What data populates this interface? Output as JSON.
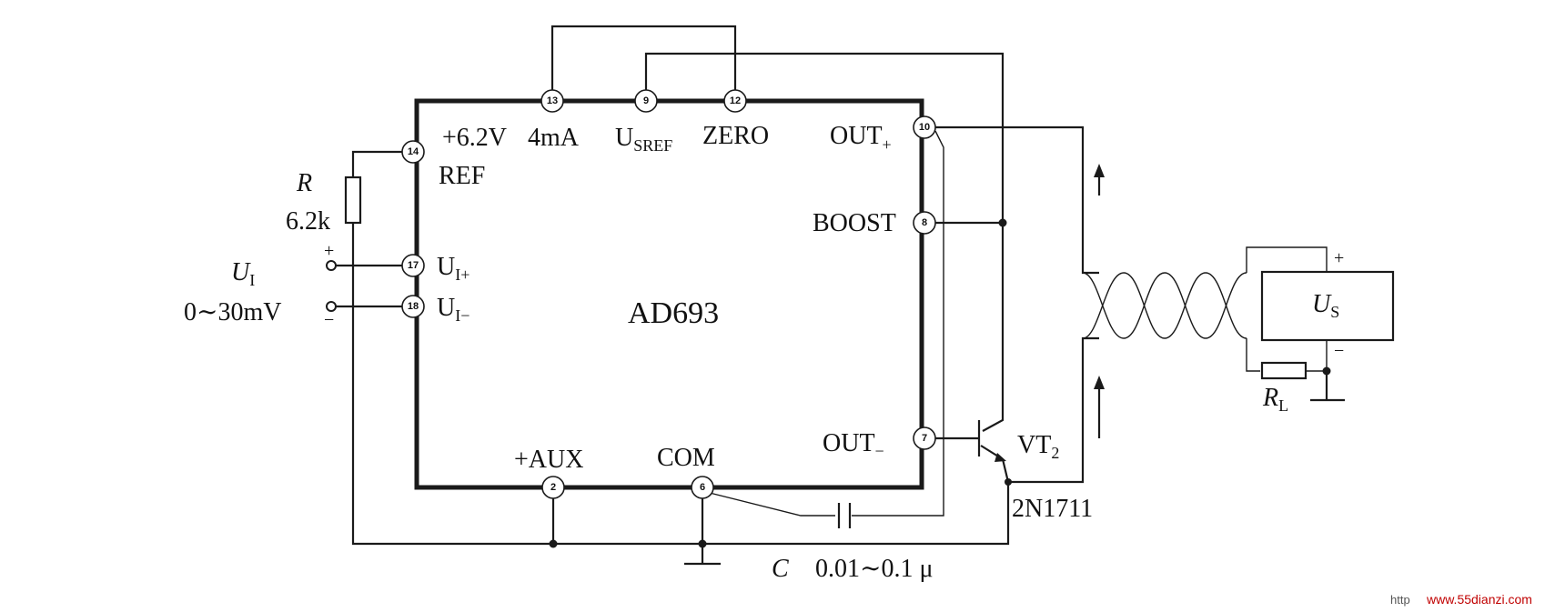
{
  "chip": {
    "name": "AD693"
  },
  "pins": {
    "p13": "13",
    "p9": "9",
    "p12": "12",
    "p14": "14",
    "p17": "17",
    "p18": "18",
    "p10": "10",
    "p8": "8",
    "p7": "7",
    "p2": "2",
    "p6": "6"
  },
  "pin_labels": {
    "v62": "+6.2V",
    "ma4": "4mA",
    "usref_main": "U",
    "usref_sub": "SREF",
    "zero": "ZERO",
    "ref": "REF",
    "ui_plus_main": "U",
    "ui_plus_sub": "I+",
    "ui_minus_main": "U",
    "ui_minus_sub": "I−",
    "out_plus_main": "OUT",
    "out_plus_sub": "+",
    "boost": "BOOST",
    "out_minus_main": "OUT",
    "out_minus_sub": "−",
    "aux": "+AUX",
    "com": "COM"
  },
  "components": {
    "r_name": "R",
    "r_value": "6.2k",
    "ui_main": "U",
    "ui_sub": "I",
    "ui_range": "0∼30mV",
    "c_name": "C",
    "c_value": "0.01∼0.1 μ",
    "vt_main": "VT",
    "vt_sub": "2",
    "transistor": "2N1711",
    "us_main": "U",
    "us_sub": "S",
    "rl_main": "R",
    "rl_sub": "L",
    "plus": "+",
    "minus": "−"
  },
  "watermark": {
    "prefix": "http",
    "url": "www.55dianzi.com"
  }
}
